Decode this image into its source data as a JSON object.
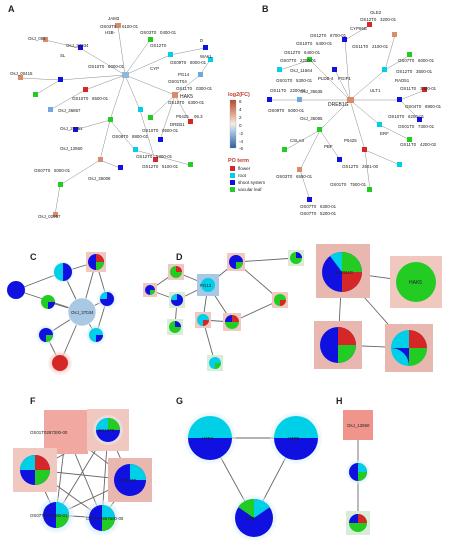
{
  "panels": {
    "a": {
      "letter": "A",
      "labels": [
        "JAM3",
        "OS03T0",
        "6100-01",
        "H3B-",
        "OsJ_055",
        "OS03T0",
        "0400-01",
        "OS12T0",
        "D",
        "OS09T0",
        "8000-01",
        "SL",
        "OsJ_37034",
        "OS10T0",
        "6000-01",
        "CYP",
        "WAKL",
        "HAK5",
        "PG14",
        "OS01T04",
        "OS11T0",
        "0300-01",
        "OS10T0",
        "6300-01",
        "OsJ_36867",
        "OS10T0",
        "6500-01",
        "OsJ_00415",
        "OsJ_24751",
        "OsJ_12860",
        "OS08T0",
        "8800-01",
        "OS12T0",
        "5300-01",
        "OS07T0",
        "5000-01",
        "OsJ_35008",
        "P0425",
        "06.3",
        "DREB1",
        "OS10T0",
        "0500-01",
        "OS12T0",
        "5100-01",
        "OsJ_02957"
      ]
    },
    "b": {
      "letter": "B",
      "labels": [
        "OLE2",
        "OS12T0",
        "3200-01",
        "CYP86B",
        "OS12T0",
        "8700-01",
        "OS10T0",
        "6400-01",
        "OS11T0",
        "2100-01",
        "OS12T0",
        "6400-01",
        "OS07T0",
        "2200-01",
        "OS07T0",
        "6000-01",
        "OsJ_11664",
        "OS12T0",
        "3500-01",
        "OS01T0",
        "5300-01",
        "PLDB-4",
        "PGIP1",
        "RAD51",
        "OS11T0",
        "3400-01",
        "ULT1",
        "OS04T0",
        "8900-01",
        "OsJ_35635",
        "OS11T0",
        "2200-01",
        "OS09T0",
        "5000-01",
        "OsJ_35085",
        "DREB1G",
        "OS10T0",
        "6200-01",
        "ERF",
        "OS01T0",
        "7300-01",
        "OS11T0",
        "4200-02",
        "CSLA3",
        "PBF",
        "P0425",
        "OS12T0",
        "2501-00",
        "OS03T0",
        "6500-01",
        "OS01T0",
        "7500-01",
        "OS07T0",
        "6300-01",
        "OS07T0",
        "5200-01"
      ]
    },
    "c": {
      "letter": "C",
      "labels": [
        "OsJ_37034"
      ]
    },
    "d": {
      "letter": "D",
      "labels": [
        "PG13"
      ]
    },
    "e": {
      "letter": "E",
      "labels": [
        "DREB1G",
        "HAK5"
      ]
    },
    "f": {
      "letter": "F",
      "labels": [
        "OS01T0287300-00",
        "OS10T0",
        "OS10T0",
        "OS07T0947800-01",
        "OS09T0967600-00"
      ]
    },
    "g": {
      "letter": "G",
      "labels": [
        "H2B4",
        "HTB5",
        "H2B2"
      ]
    },
    "h": {
      "letter": "H",
      "labels": [
        "OsJ_12860"
      ]
    }
  },
  "legend": {
    "colorbar_title": "log2(FC)",
    "colorbar_ticks": [
      "6",
      "4",
      "2",
      "0",
      "-2",
      "-4",
      "-6"
    ],
    "po_title": "PO term",
    "items": [
      {
        "label": "flower",
        "color": "#d62728"
      },
      {
        "label": "root",
        "color": "#00cfe8"
      },
      {
        "label": "shoot system",
        "color": "#1010e0"
      },
      {
        "label": "vacular leaf",
        "color": "#22cc22"
      }
    ]
  },
  "colors": {
    "flower": "#d62728",
    "root": "#00cfe8",
    "shoot": "#1010e0",
    "leaf": "#22cc22",
    "up": "#d98b6a",
    "down": "#6fa8dc"
  }
}
